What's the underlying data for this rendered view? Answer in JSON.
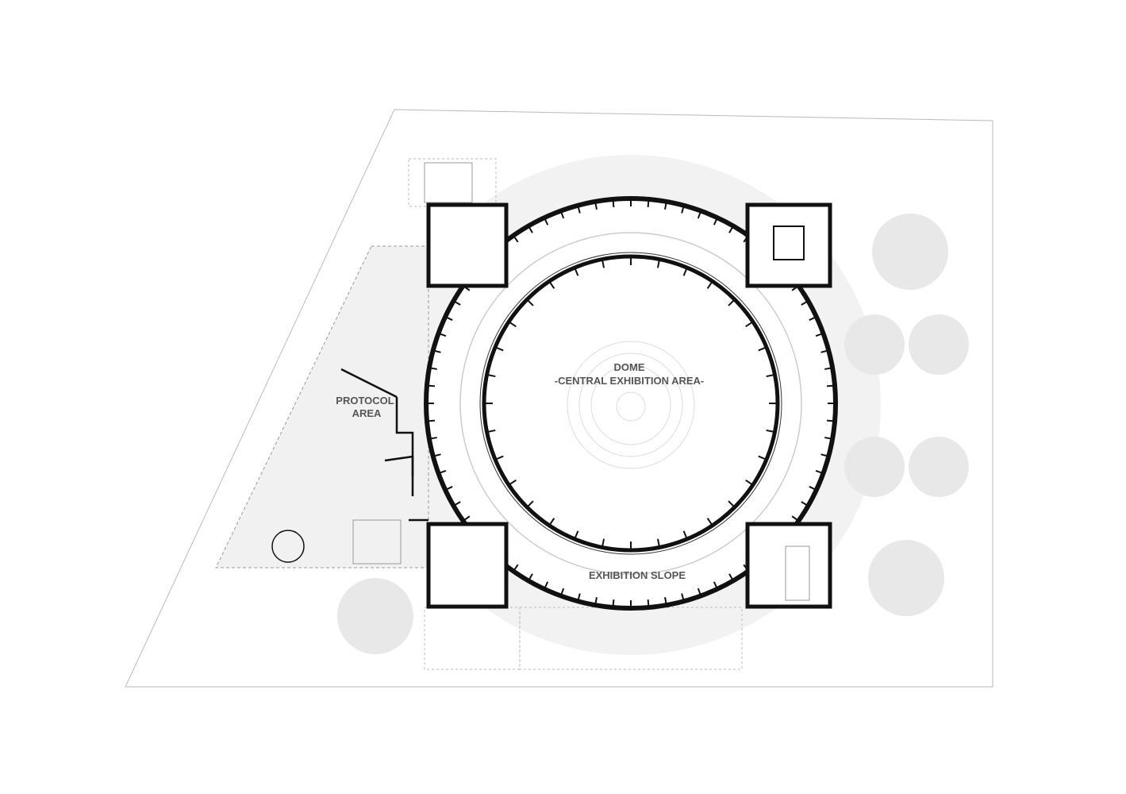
{
  "plan": {
    "labels": {
      "dome": "DOME",
      "dome_sub": "-CENTRAL EXHIBITION AREA-",
      "protocol_1": "PROTOCOL",
      "protocol_2": "AREA",
      "slope": "EXHIBITION SLOPE"
    },
    "colors": {
      "wall": "#111111",
      "line": "#bbbbbb",
      "fill_gray": "#f0f0f0",
      "tree": "#eaeaea",
      "text": "#555555"
    }
  }
}
